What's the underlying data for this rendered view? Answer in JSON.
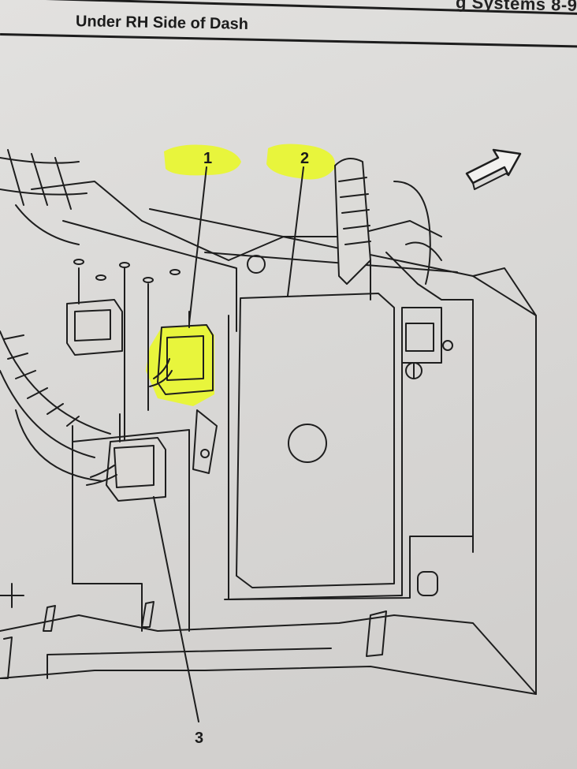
{
  "header": {
    "running_head": "g Systems   8-9",
    "title": "Under RH Side of Dash"
  },
  "diagram": {
    "callouts": [
      {
        "label": "1",
        "highlighted": true
      },
      {
        "label": "2",
        "highlighted": true
      },
      {
        "label": "3",
        "highlighted": false
      }
    ],
    "highlight_color": "#e8f53c",
    "line_color": "#1e1e1e",
    "icons": [
      "direction-arrow-icon"
    ]
  }
}
